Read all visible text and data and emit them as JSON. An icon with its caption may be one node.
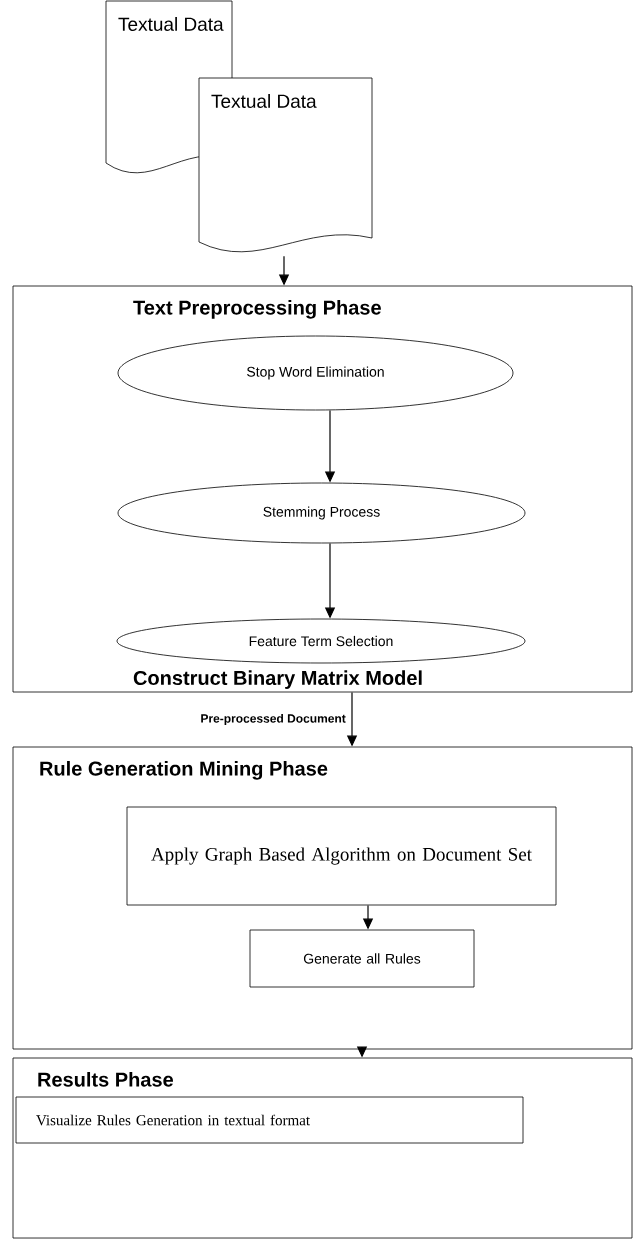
{
  "diagram": {
    "nodes": [
      {
        "text": [
          "Textual Data"
        ]
      },
      {
        "text": [
          "Textual Data"
        ]
      },
      {
        "text": [
          "Text Preprocessing Phase",
          "Construct Binary Matrix Model"
        ]
      },
      {
        "text": [
          "Stop Word Elimination"
        ],
        "in": 2
      },
      {
        "text": [
          "Stemming Process"
        ],
        "in": 2
      },
      {
        "text": [
          "Feature Term Selection"
        ],
        "in": 2
      },
      {
        "text": [
          "Rule Generation Mining Phase"
        ]
      },
      {
        "text": [
          "Apply Graph Based Algorithm on Document Set"
        ],
        "in": 6
      },
      {
        "text": [
          "Generate all Rules"
        ],
        "in": 6
      },
      {
        "text": [
          "Results Phase"
        ]
      },
      {
        "text": [
          "Visualize Rules Generation in textual format"
        ],
        "in": 9
      }
    ],
    "edges": [
      {
        "from": 1,
        "to": 2,
        "arrow": "to"
      },
      {
        "from": 3,
        "to": 4,
        "arrow": "to"
      },
      {
        "from": 4,
        "to": 5,
        "arrow": "to"
      },
      {
        "from": 2,
        "to": 6,
        "arrow": "to",
        "label": "Pre-processed Document"
      },
      {
        "from": 7,
        "to": 8,
        "arrow": "to"
      },
      {
        "from": 6,
        "to": 9,
        "arrow": "to"
      }
    ]
  }
}
